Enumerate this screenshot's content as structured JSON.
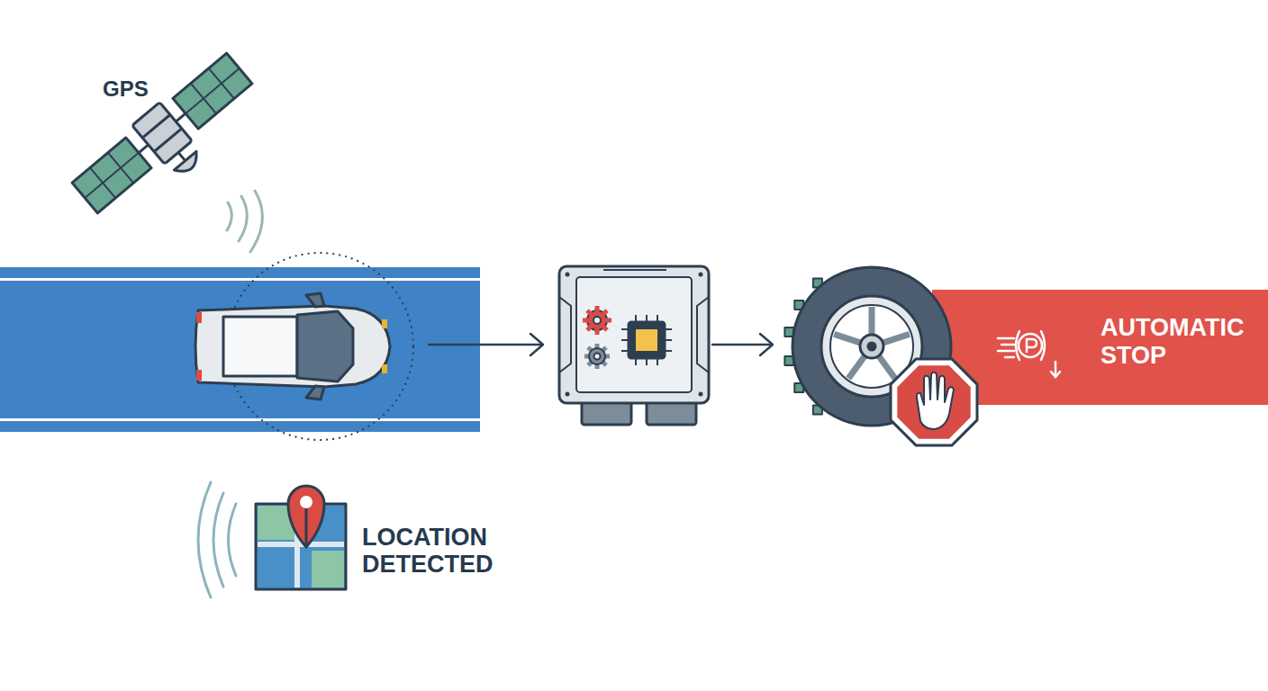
{
  "diagram": {
    "nodes": [
      {
        "text": [
          "AUTOMATIC STOP"
        ]
      }
    ],
    "labels": [
      "GPS",
      "LOCATION DETECTED"
    ]
  }
}
